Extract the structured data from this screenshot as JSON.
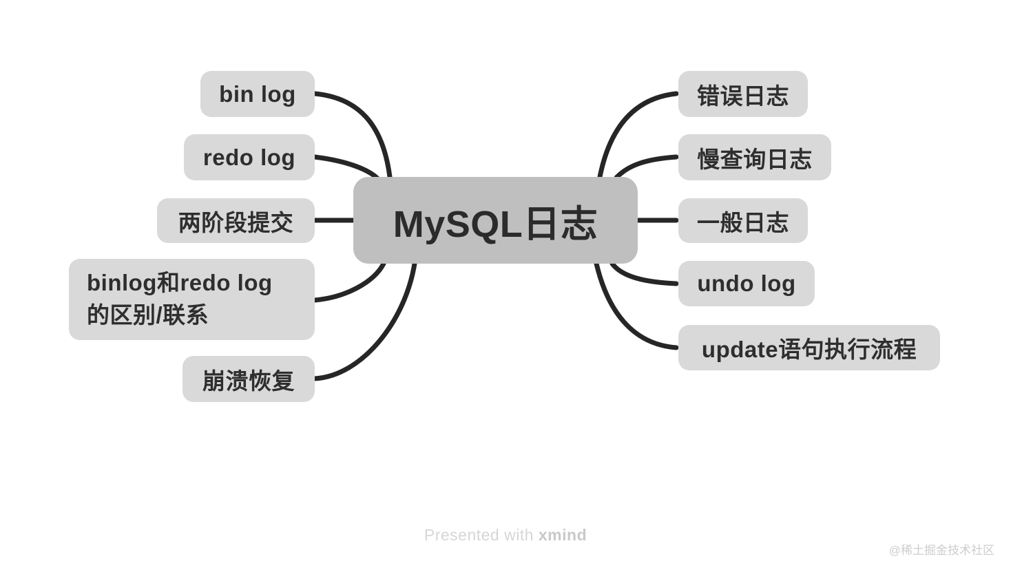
{
  "colors": {
    "canvas_bg": "#ffffff",
    "root_bg": "#bfbfbf",
    "root_text": "#2b2b2b",
    "branch_bg": "#d9d9d9",
    "branch_text": "#2e2e2e",
    "connector": "#262626",
    "footer_text": "#d6d6d6",
    "footer_brand": "#c9c9c9",
    "watermark_text": "#cdcdcd"
  },
  "root_topic": {
    "label": "MySQL日志"
  },
  "left_topics": [
    {
      "label": "bin log"
    },
    {
      "label": "redo log"
    },
    {
      "label": "两阶段提交"
    },
    {
      "label": "binlog和redo log\n的区别/联系"
    },
    {
      "label": "崩溃恢复"
    }
  ],
  "right_topics": [
    {
      "label": "错误日志"
    },
    {
      "label": "慢查询日志"
    },
    {
      "label": "一般日志"
    },
    {
      "label": "undo log"
    },
    {
      "label": "update语句执行流程"
    }
  ],
  "footer": {
    "prefix": "Presented with ",
    "brand": "xmind"
  },
  "watermark": {
    "text": "@稀土掘金技术社区"
  }
}
